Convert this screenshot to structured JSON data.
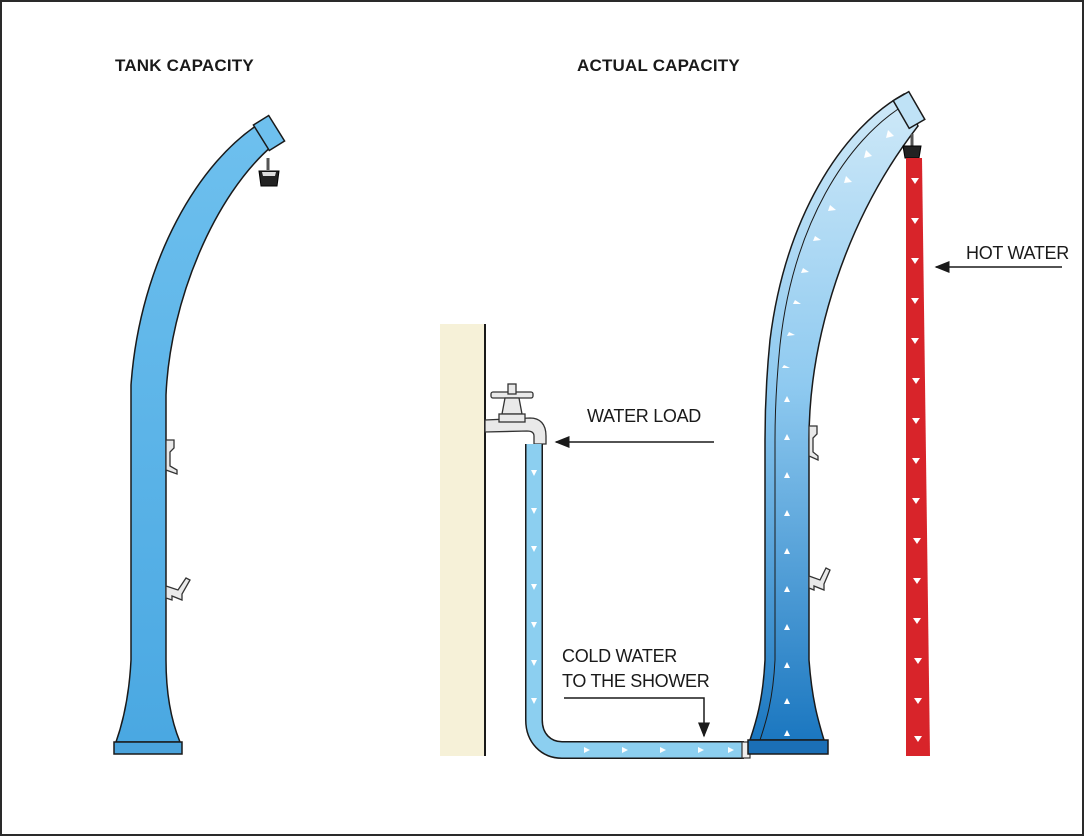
{
  "labels": {
    "tank_capacity": "TANK CAPACITY",
    "actual_capacity": "ACTUAL CAPACITY",
    "hot_water": "HOT WATER",
    "water_load": "WATER LOAD",
    "cold_water_line1": "COLD WATER",
    "cold_water_line2": "TO THE SHOWER"
  },
  "icons": {
    "left_shower": "solar-shower-icon",
    "right_shower": "solar-shower-icon",
    "wall_tap": "faucet-icon"
  },
  "colors": {
    "tank_blue": "#5fb4e6",
    "tank_dark_blue": "#1f7fc4",
    "cold_water": "#8ccff0",
    "hot_water": "#d8242a",
    "wall": "#f6f1d8",
    "outline": "#1a1a1a"
  }
}
